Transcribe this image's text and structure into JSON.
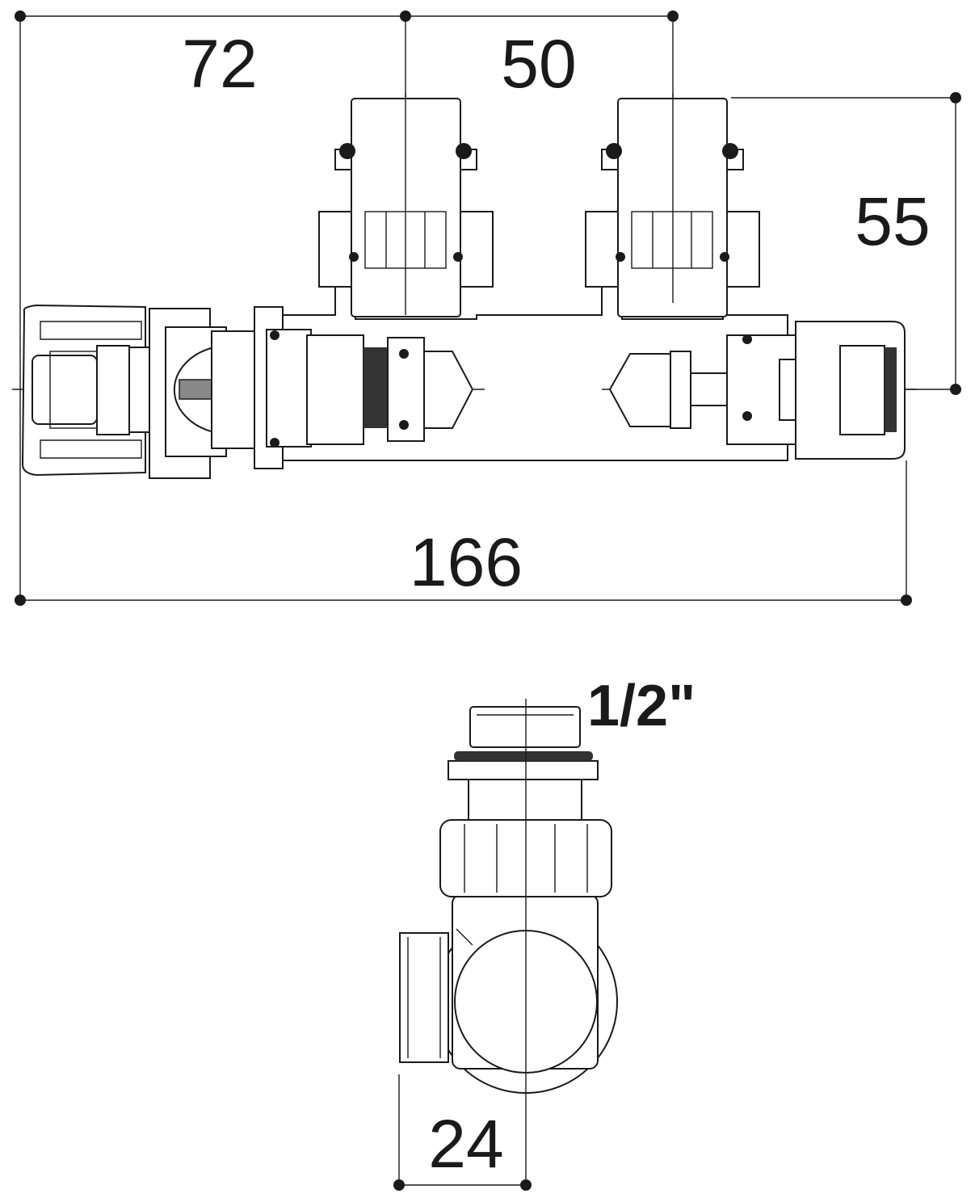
{
  "dimensions": {
    "left_offset": "72",
    "pipe_spacing": "50",
    "height": "55",
    "overall_length": "166",
    "thread_size": "1/2\"",
    "side_offset": "24"
  },
  "colors": {
    "line": "#1a1a1a",
    "background": "#ffffff",
    "seal": "#333333"
  }
}
